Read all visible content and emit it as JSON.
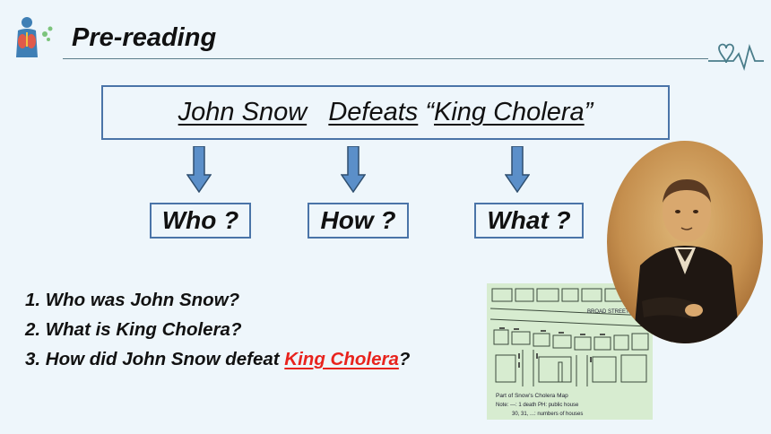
{
  "header": {
    "title": "Pre-reading",
    "icon": "human-body-anatomy-icon",
    "decoration_icon": "heartbeat-icon"
  },
  "headline": {
    "part1": "John Snow",
    "part2": "Defeats",
    "open_quote": "“",
    "part3": "King Cholera",
    "close_quote": "”"
  },
  "prompts": [
    {
      "label": "Who ?"
    },
    {
      "label": "How ?"
    },
    {
      "label": "What ?"
    }
  ],
  "questions": [
    {
      "text": "1. Who was John Snow?"
    },
    {
      "text": "2. What is King Cholera?"
    },
    {
      "prefix": "3. How did John Snow defeat ",
      "highlight": "King Cholera",
      "suffix": "?"
    }
  ],
  "map": {
    "street_label": "BROAD STREET",
    "caption_title": "Part of Snow's Cholera Map",
    "caption_note": "Note: ---: 1 death    PH: public house",
    "caption_numbers": "30, 31, ...: numbers of houses"
  },
  "colors": {
    "accent_blue": "#4a74a8",
    "arrow_blue": "#5b8fc9",
    "highlight_red": "#e8231d",
    "background": "#eef6fb"
  }
}
